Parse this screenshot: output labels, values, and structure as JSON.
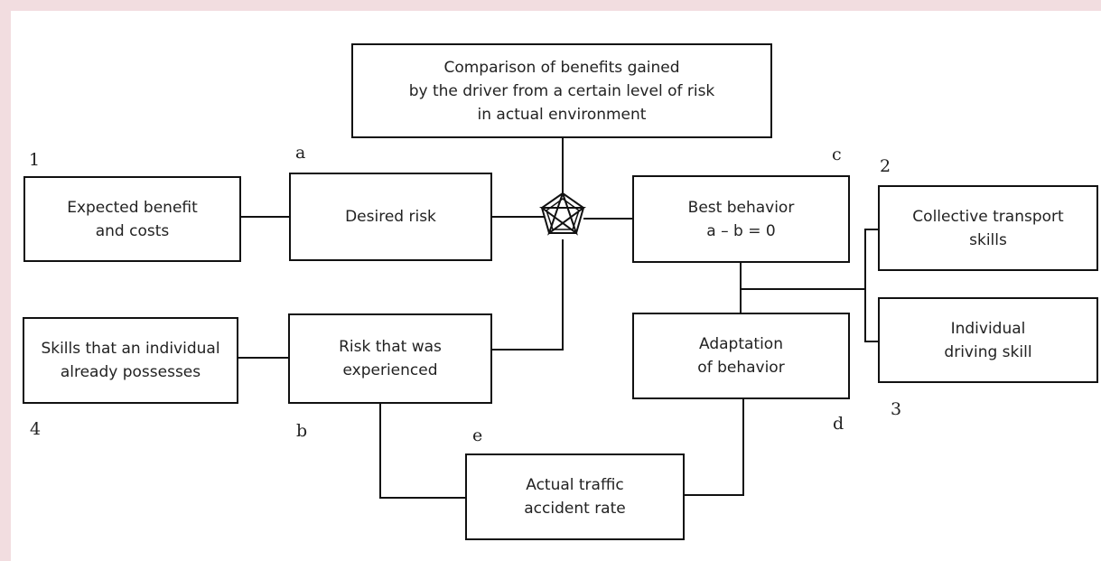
{
  "boxes": {
    "comparison": {
      "lines": [
        "Comparison of benefits gained",
        "by the driver from a certain level of risk",
        "in actual environment"
      ]
    },
    "expected": {
      "lines": [
        "Expected benefit",
        "and costs"
      ]
    },
    "desired": {
      "lines": [
        "Desired risk"
      ]
    },
    "best": {
      "lines": [
        "Best behavior",
        "a – b = 0"
      ]
    },
    "collective": {
      "lines": [
        "Collective transport",
        "skills"
      ]
    },
    "individual": {
      "lines": [
        "Individual",
        "driving skill"
      ]
    },
    "skills": {
      "lines": [
        "Skills that an individual",
        "already possesses"
      ]
    },
    "experienced": {
      "lines": [
        "Risk that was",
        "experienced"
      ]
    },
    "adaptation": {
      "lines": [
        "Adaptation",
        "of behavior"
      ]
    },
    "accident": {
      "lines": [
        "Actual traffic",
        "accident rate"
      ]
    }
  },
  "labels": {
    "n1": "1",
    "n2": "2",
    "n3": "3",
    "n4": "4",
    "a": "a",
    "b": "b",
    "c": "c",
    "d": "d",
    "e": "e"
  },
  "symbol": {
    "icon": "pentagram-icon"
  },
  "colors": {
    "background": "#f2dde0",
    "stroke": "#111111"
  }
}
